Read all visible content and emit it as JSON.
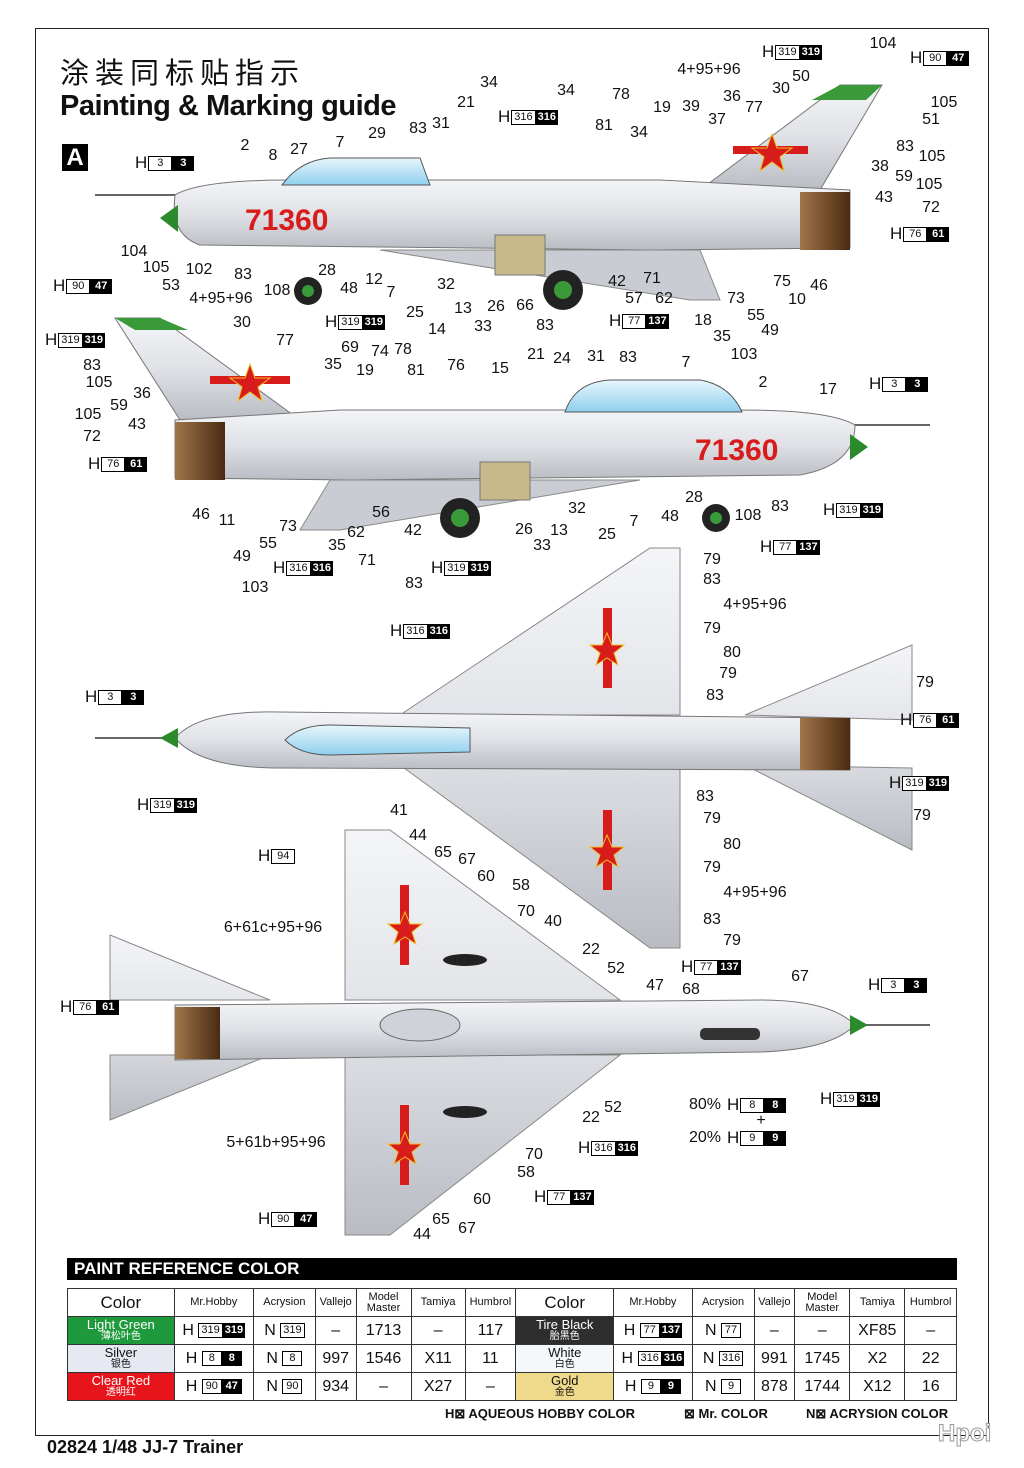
{
  "header": {
    "title_cn": "涂装同标贴指示",
    "title_en": "Painting & Marking guide",
    "scheme": "A",
    "serial": "71360"
  },
  "view1": {
    "labels": [
      "104",
      "4+95+96",
      "50",
      "34",
      "34",
      "78",
      "36",
      "30",
      "21",
      "19",
      "39",
      "77",
      "105",
      "37",
      "51",
      "83",
      "31",
      "81",
      "34",
      "29",
      "2",
      "8",
      "27",
      "7",
      "83",
      "105",
      "38",
      "59",
      "105",
      "43",
      "72",
      "102",
      "104",
      "105",
      "83",
      "28",
      "48",
      "12",
      "7",
      "108",
      "53",
      "4+95+96",
      "32",
      "42",
      "71",
      "66",
      "57",
      "62",
      "75",
      "46",
      "73",
      "10",
      "55",
      "49",
      "18",
      "35",
      "103",
      "25",
      "13",
      "26",
      "14",
      "33",
      "83",
      "30"
    ],
    "chips": [
      [
        "319",
        "319"
      ],
      [
        "90",
        "47"
      ],
      [
        "316",
        "316"
      ],
      [
        "3",
        "3"
      ],
      [
        "76",
        "61"
      ],
      [
        "90",
        "47"
      ],
      [
        "319",
        "319"
      ],
      [
        "77",
        "137"
      ],
      [
        "319",
        "319"
      ]
    ]
  },
  "view2": {
    "labels": [
      "77",
      "69",
      "74",
      "78",
      "35",
      "19",
      "81",
      "76",
      "21",
      "24",
      "31",
      "83",
      "15",
      "7",
      "2",
      "17",
      "83",
      "105",
      "36",
      "59",
      "105",
      "43",
      "72",
      "46",
      "11",
      "73",
      "62",
      "56",
      "42",
      "49",
      "55",
      "35",
      "71",
      "103",
      "26",
      "13",
      "32",
      "33",
      "25",
      "7",
      "48",
      "28",
      "108",
      "83",
      "83"
    ],
    "chips": [
      [
        "3",
        "3"
      ],
      [
        "76",
        "61"
      ],
      [
        "316",
        "316"
      ],
      [
        "319",
        "319"
      ],
      [
        "77",
        "137"
      ],
      [
        "319",
        "319"
      ]
    ]
  },
  "view3": {
    "labels": [
      "79",
      "83",
      "4+95+96",
      "79",
      "80",
      "79",
      "83",
      "79",
      "41",
      "83",
      "79",
      "80",
      "79",
      "4+95+96",
      "83",
      "79",
      "79"
    ],
    "chips": [
      [
        "316",
        "316"
      ],
      [
        "3",
        "3"
      ],
      [
        "76",
        "61"
      ],
      [
        "319",
        "319"
      ],
      [
        "319",
        "319"
      ]
    ]
  },
  "view4": {
    "labels": [
      "44",
      "65",
      "67",
      "60",
      "58",
      "70",
      "40",
      "6+61c+95+96",
      "22",
      "52",
      "47",
      "68",
      "67",
      "52",
      "22",
      "70",
      "5+61b+95+96",
      "58",
      "60",
      "65",
      "67",
      "44",
      "80%",
      "+",
      "20%"
    ],
    "chips": [
      [
        "94",
        ""
      ],
      [
        "77",
        "137"
      ],
      [
        "3",
        "3"
      ],
      [
        "76",
        "61"
      ],
      [
        "319",
        "319"
      ],
      [
        "8",
        "8"
      ],
      [
        "9",
        "9"
      ],
      [
        "316",
        "316"
      ],
      [
        "77",
        "137"
      ],
      [
        "90",
        "47"
      ]
    ]
  },
  "chip_prefix": "H",
  "table": {
    "title": "PAINT  REFERENCE COLOR",
    "headers": [
      "Color",
      "Mr.Hobby",
      "Acrysion",
      "Vallejo",
      "Model Master",
      "Tamiya",
      "Humbrol"
    ],
    "left": [
      {
        "name": "Light Green",
        "cn": "薄松叶色",
        "color": "#1e9a3c",
        "text": "#fff",
        "h": [
          "319",
          "319"
        ],
        "n": "319",
        "vallejo": "–",
        "mm": "1713",
        "tamiya": "–",
        "humbrol": "117"
      },
      {
        "name": "Silver",
        "cn": "银色",
        "color": "#e6e8f2",
        "text": "#111",
        "h": [
          "8",
          "8"
        ],
        "n": "8",
        "vallejo": "997",
        "mm": "1546",
        "tamiya": "X11",
        "humbrol": "11"
      },
      {
        "name": "Clear Red",
        "cn": "透明红",
        "color": "#e8141c",
        "text": "#fff",
        "h": [
          "90",
          "47"
        ],
        "n": "90",
        "vallejo": "934",
        "mm": "–",
        "tamiya": "X27",
        "humbrol": "–"
      }
    ],
    "right": [
      {
        "name": "Tire Black",
        "cn": "胎黑色",
        "color": "#2e2e2e",
        "text": "#fff",
        "h": [
          "77",
          "137"
        ],
        "n": "77",
        "vallejo": "–",
        "mm": "–",
        "tamiya": "XF85",
        "humbrol": "–"
      },
      {
        "name": "White",
        "cn": "白色",
        "color": "#f4f8fb",
        "text": "#111",
        "h": [
          "316",
          "316"
        ],
        "n": "316",
        "vallejo": "991",
        "mm": "1745",
        "tamiya": "X2",
        "humbrol": "22"
      },
      {
        "name": "Gold",
        "cn": "金色",
        "color": "#efd98a",
        "text": "#111",
        "h": [
          "9",
          "9"
        ],
        "n": "9",
        "vallejo": "878",
        "mm": "1744",
        "tamiya": "X12",
        "humbrol": "16"
      }
    ],
    "n_prefix": "N"
  },
  "legend": {
    "h": "H⊠ AQUEOUS HOBBY COLOR",
    "mr": "⊠ Mr. COLOR",
    "n": "N⊠ ACRYSION COLOR"
  },
  "footer": "02824 1/48 JJ-7 Trainer",
  "watermark": "Hpoi"
}
